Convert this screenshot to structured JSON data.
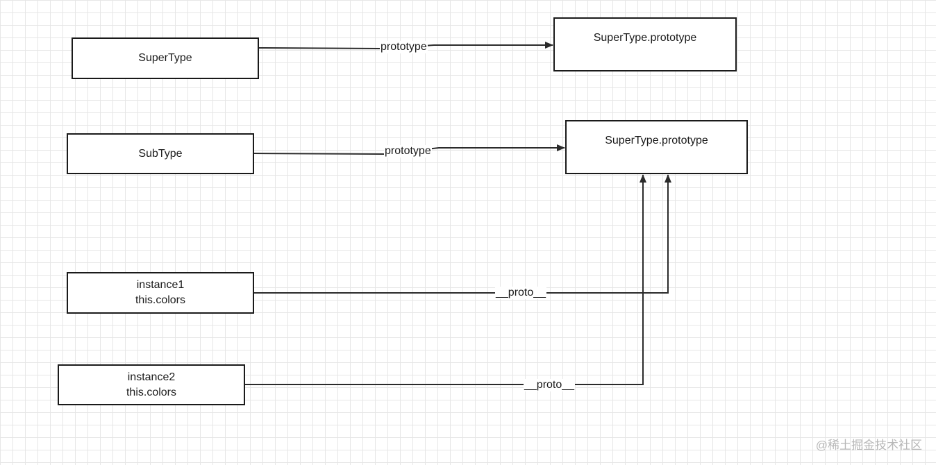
{
  "nodes": {
    "supertype": {
      "label": "SuperType"
    },
    "supertype_prototype_top": {
      "label": "SuperType.prototype"
    },
    "subtype": {
      "label": "SubType"
    },
    "supertype_prototype_bottom": {
      "label": "SuperType.prototype"
    },
    "instance1": {
      "name": "instance1",
      "prop": "this.colors"
    },
    "instance2": {
      "name": "instance2",
      "prop": "this.colors"
    }
  },
  "edges": {
    "supertype_to_prototype": {
      "label": "prototype"
    },
    "subtype_to_prototype": {
      "label": "prototype"
    },
    "instance1_proto": {
      "label": "__proto__"
    },
    "instance2_proto": {
      "label": "__proto__"
    }
  },
  "colors": {
    "line": "#2b2b2b",
    "grid": "#e6e6e6",
    "watermark": "#b8b8b8"
  },
  "watermark": {
    "text": "@稀土掘金技术社区"
  }
}
